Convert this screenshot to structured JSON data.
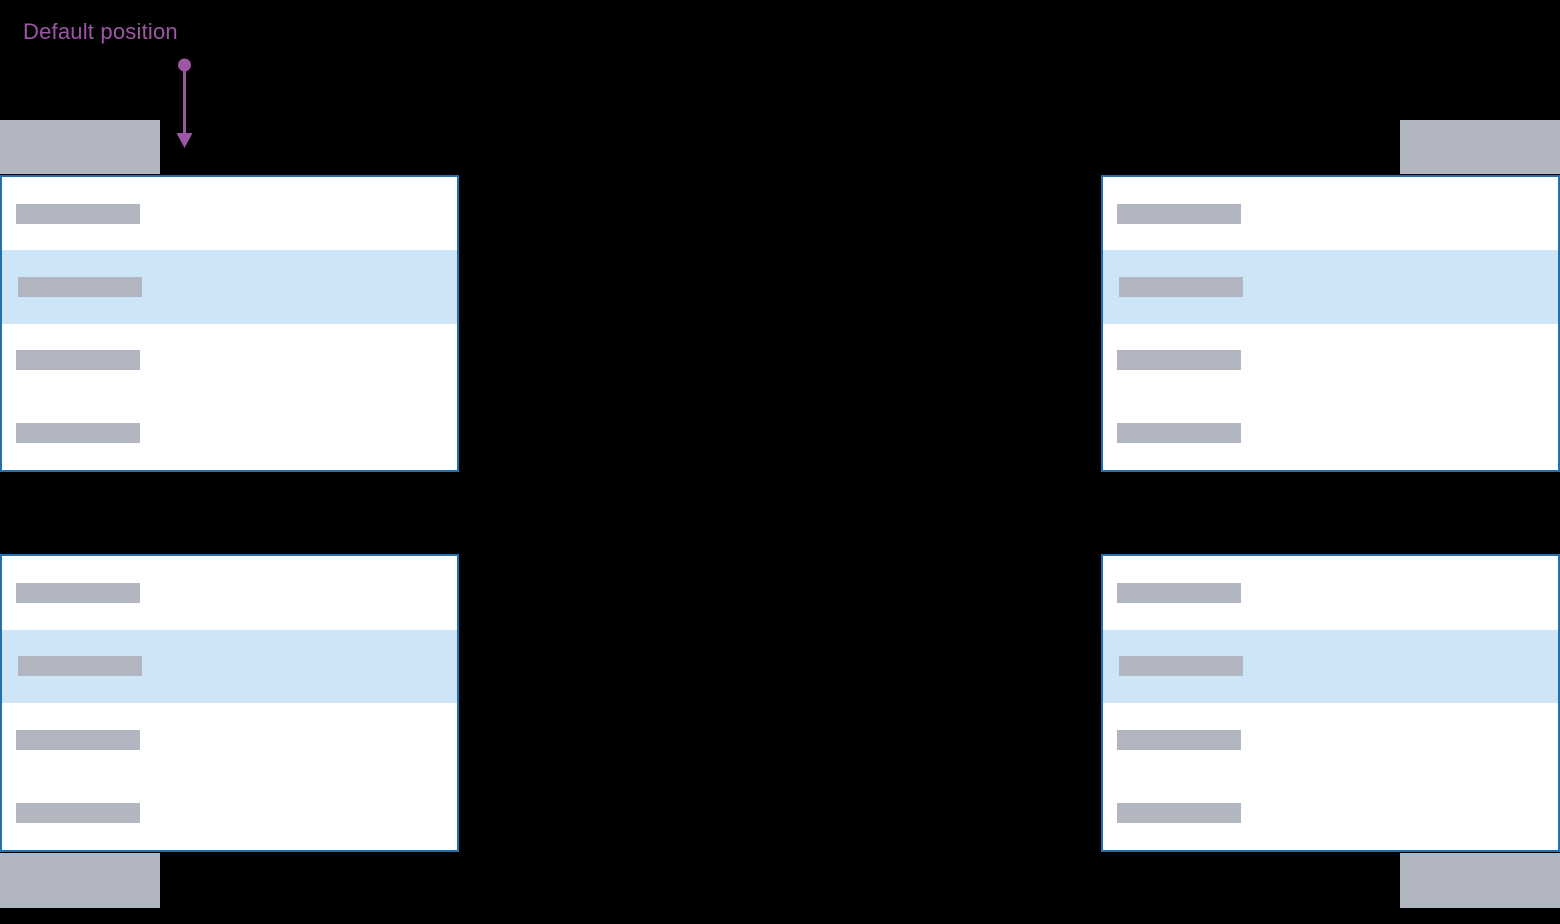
{
  "annotation": {
    "label": "Default position"
  },
  "colors": {
    "background": "#000000",
    "annotation_purple": "#9d56a5",
    "menu_border_blue": "#2170af",
    "menu_background": "#ffffff",
    "highlight_blue": "#cde5f6",
    "placeholder_gray": "#b2b6c0"
  },
  "menu": {
    "rows": [
      {
        "highlighted": false
      },
      {
        "highlighted": true
      },
      {
        "highlighted": false
      },
      {
        "highlighted": false
      }
    ]
  },
  "examples": [
    {
      "id": "top-left",
      "menu_position": "below trigger, left aligned"
    },
    {
      "id": "top-right",
      "menu_position": "below trigger, right aligned"
    },
    {
      "id": "bottom-left",
      "menu_position": "above trigger, left aligned"
    },
    {
      "id": "bottom-right",
      "menu_position": "above trigger, right aligned"
    }
  ]
}
